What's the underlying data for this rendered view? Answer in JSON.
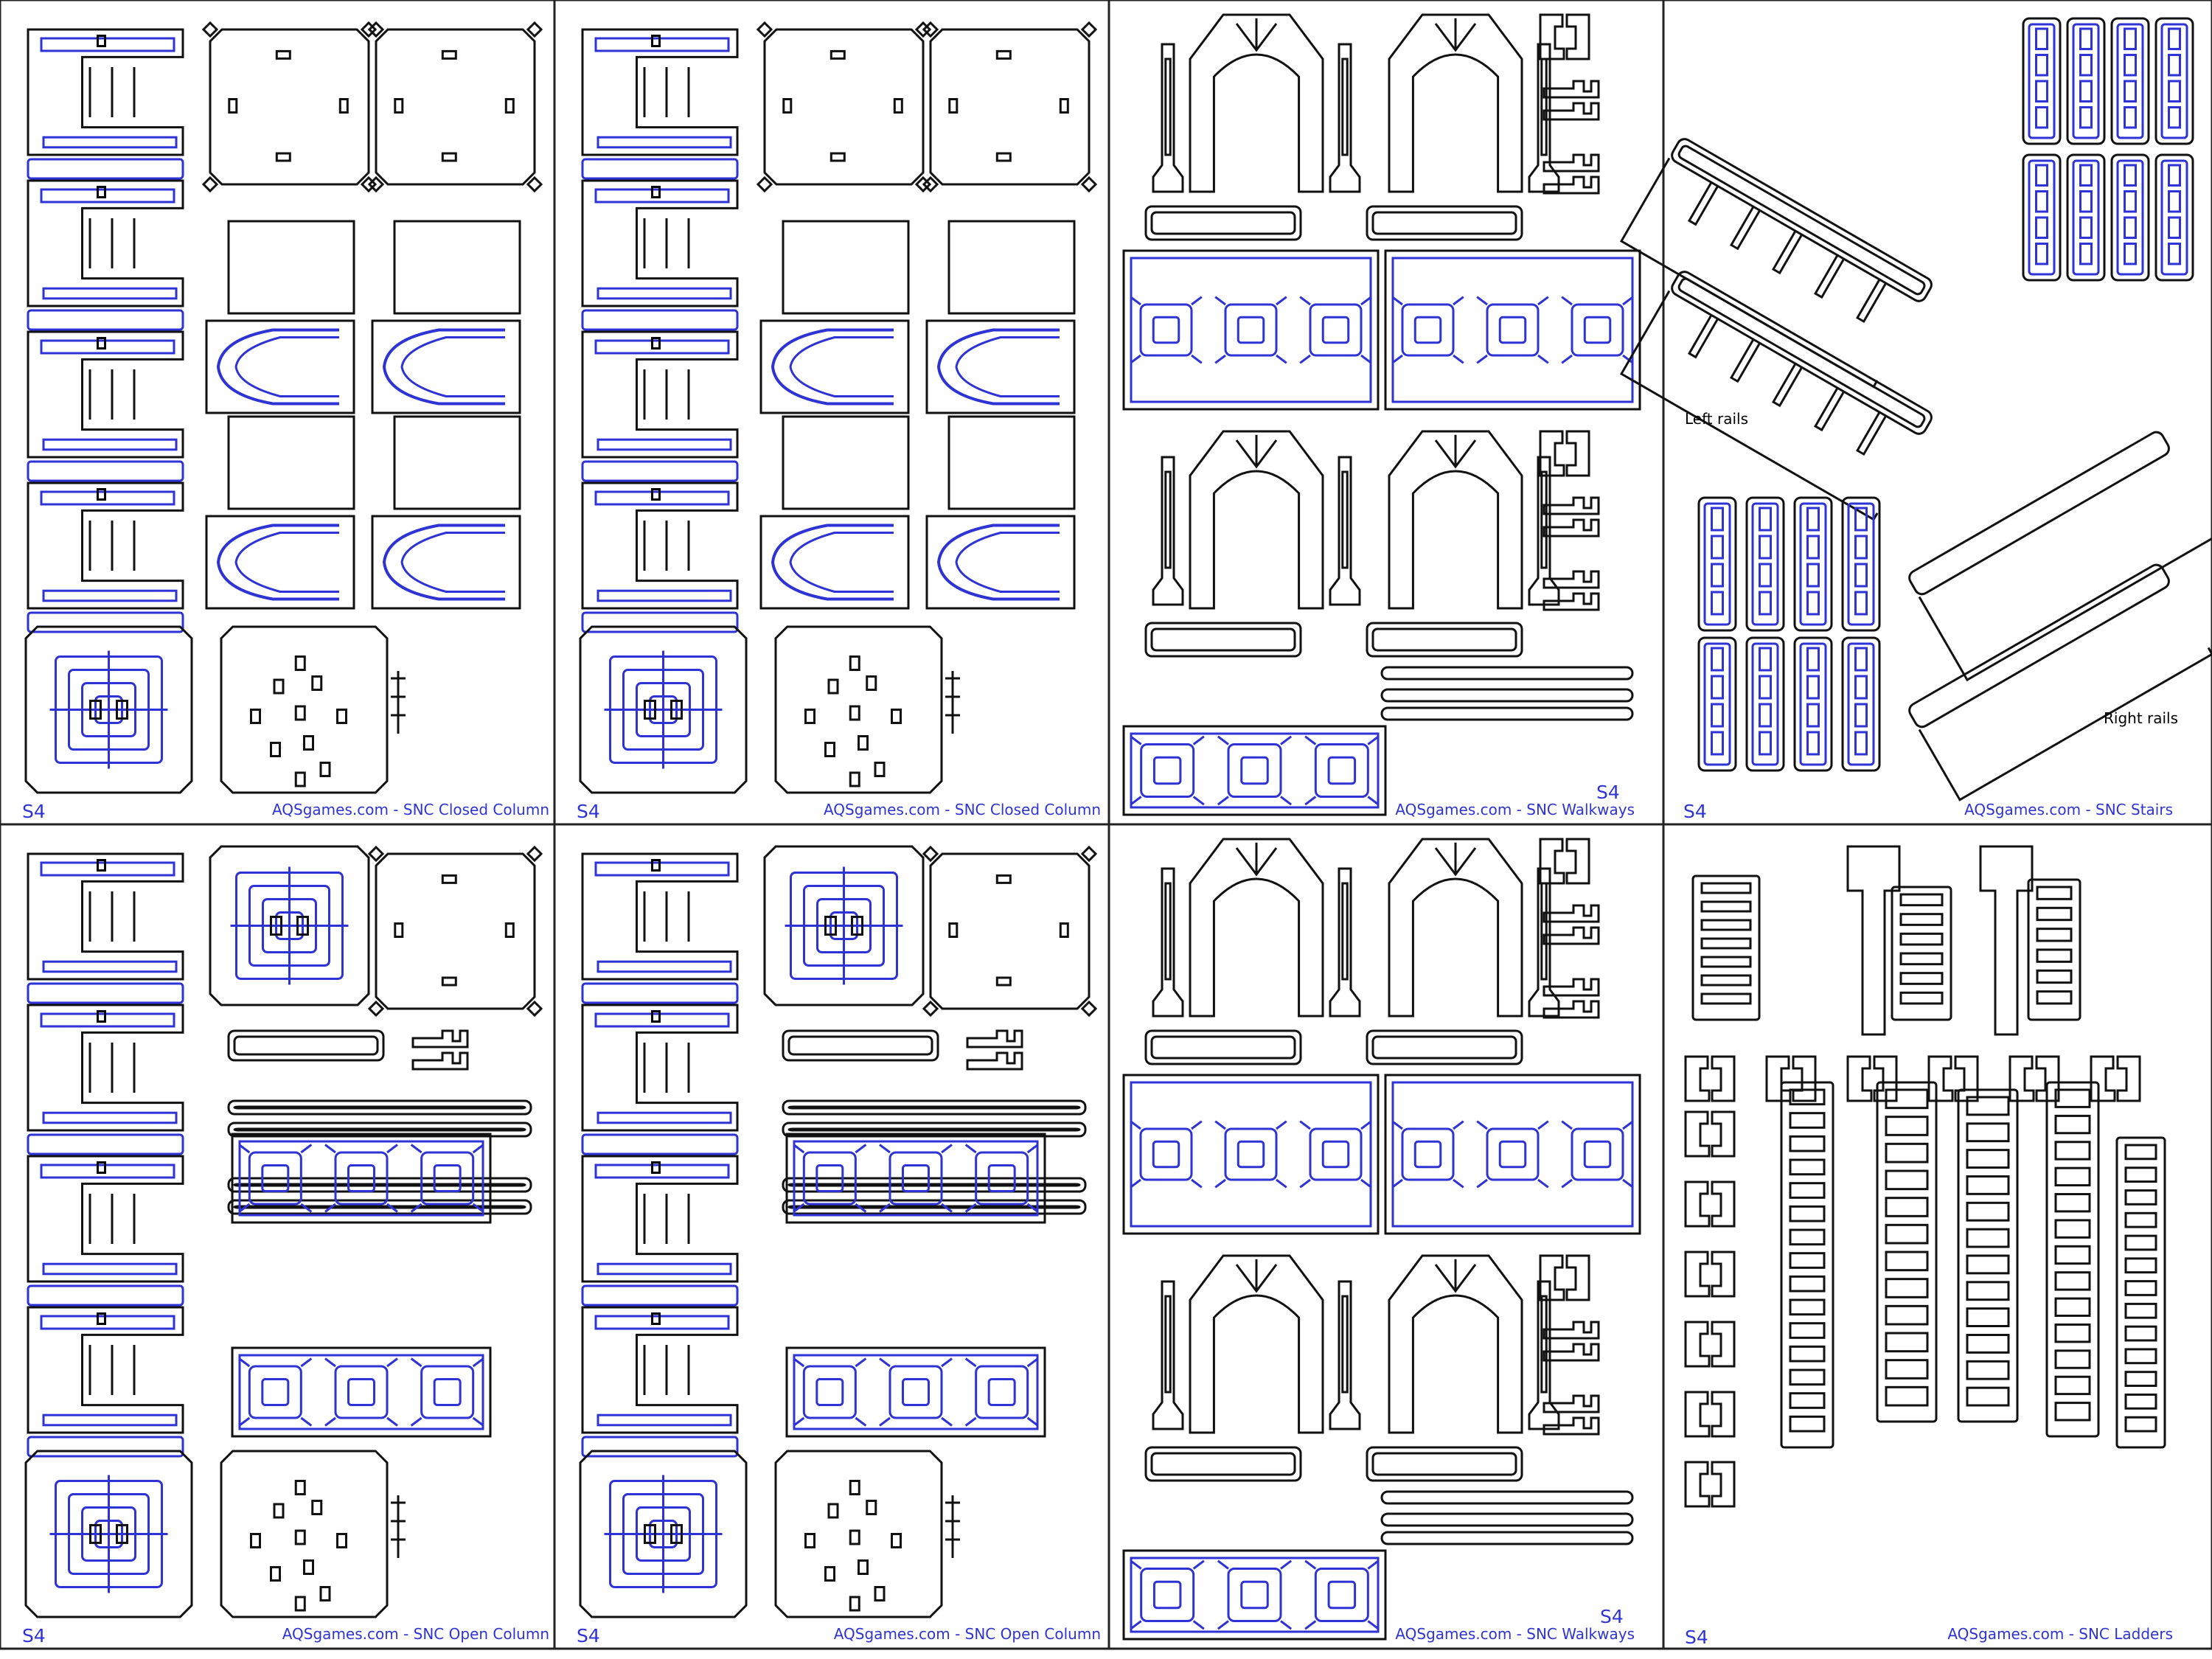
{
  "sheet": {
    "panels": [
      {
        "code": "S4",
        "title": "AQSgames.com - SNC Closed Column",
        "kind": "column-closed"
      },
      {
        "code": "S4",
        "title": "AQSgames.com - SNC Closed Column",
        "kind": "column-closed"
      },
      {
        "code": "S4",
        "title": "AQSgames.com - SNC Walkways",
        "kind": "walkway"
      },
      {
        "code": "S4",
        "title": "AQSgames.com - SNC Stairs",
        "kind": "stairs"
      },
      {
        "code": "S4",
        "title": "AQSgames.com - SNC Open Column",
        "kind": "column-open"
      },
      {
        "code": "S4",
        "title": "AQSgames.com - SNC Open Column",
        "kind": "column-open"
      },
      {
        "code": "S4",
        "title": "AQSgames.com - SNC Walkways",
        "kind": "walkway"
      },
      {
        "code": "S4",
        "title": "AQSgames.com - SNC Ladders",
        "kind": "ladders"
      }
    ],
    "notes": {
      "left_rails": "Left rails",
      "right_rails": "Right rails"
    },
    "colors": {
      "cut": "#111111",
      "engrave": "#2e33d6",
      "border": "#222222"
    }
  }
}
